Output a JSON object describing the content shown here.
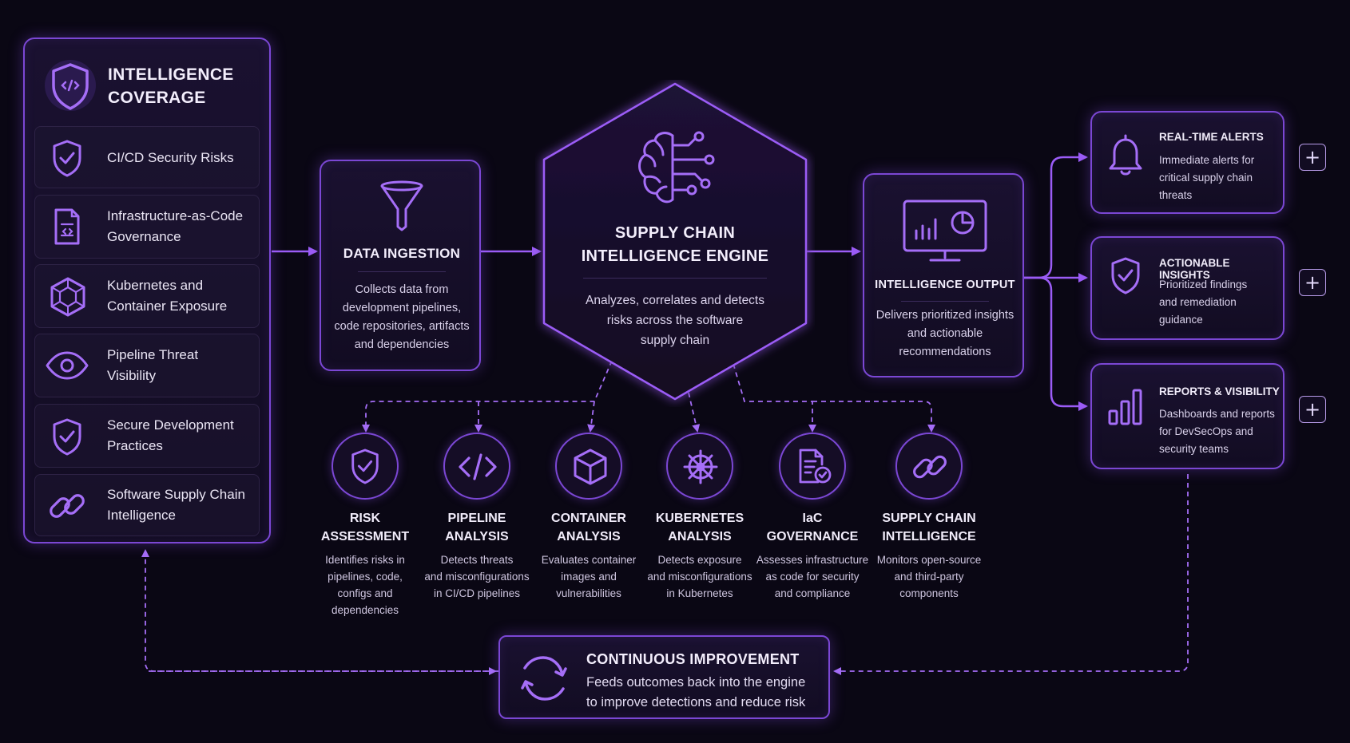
{
  "coverage": {
    "title_line1": "INTELLIGENCE",
    "title_line2": "COVERAGE",
    "items": [
      {
        "line1": "CI/CD Security Risks",
        "line2": "",
        "icon": "shield-check-icon"
      },
      {
        "line1": "Infrastructure-as-Code",
        "line2": "Governance",
        "icon": "code-document-icon"
      },
      {
        "line1": "Kubernetes and",
        "line2": "Container Exposure",
        "icon": "cube-network-icon"
      },
      {
        "line1": "Pipeline Threat",
        "line2": "Visibility",
        "icon": "eye-icon"
      },
      {
        "line1": "Secure Development",
        "line2": "Practices",
        "icon": "shield-check-icon"
      },
      {
        "line1": "Software Supply Chain",
        "line2": "Intelligence",
        "icon": "chain-link-icon"
      }
    ]
  },
  "ingestion": {
    "title": "DATA INGESTION",
    "desc": [
      "Collects data from",
      "development pipelines,",
      "code repositories, artifacts",
      "and dependencies"
    ],
    "icon": "funnel-icon"
  },
  "engine": {
    "title_line1": "SUPPLY CHAIN",
    "title_line2": "INTELLIGENCE ENGINE",
    "desc": [
      "Analyzes, correlates and detects",
      "risks across the software",
      "supply chain"
    ],
    "icon": "brain-circuit-icon"
  },
  "output": {
    "title": "INTELLIGENCE OUTPUT",
    "desc": [
      "Delivers prioritized insights",
      "and actionable",
      "recommendations"
    ],
    "icon": "monitor-analytics-icon"
  },
  "analyses": [
    {
      "title": [
        "RISK",
        "ASSESSMENT"
      ],
      "desc": [
        "Identifies risks in",
        "pipelines, code,",
        "configs and",
        "dependencies"
      ],
      "icon": "shield-check-icon"
    },
    {
      "title": [
        "PIPELINE",
        "ANALYSIS"
      ],
      "desc": [
        "Detects threats",
        "and misconfigurations",
        "in CI/CD pipelines"
      ],
      "icon": "code-brackets-icon"
    },
    {
      "title": [
        "CONTAINER",
        "ANALYSIS"
      ],
      "desc": [
        "Evaluates container",
        "images and",
        "vulnerabilities"
      ],
      "icon": "cube-icon"
    },
    {
      "title": [
        "KUBERNETES",
        "ANALYSIS"
      ],
      "desc": [
        "Detects exposure",
        "and misconfigurations",
        "in Kubernetes"
      ],
      "icon": "helm-wheel-icon"
    },
    {
      "title": [
        "IaC",
        "GOVERNANCE"
      ],
      "desc": [
        "Assesses infrastructure",
        "as code for security",
        "and compliance"
      ],
      "icon": "document-check-icon"
    },
    {
      "title": [
        "SUPPLY CHAIN",
        "INTELLIGENCE"
      ],
      "desc": [
        "Monitors open-source",
        "and third-party",
        "components"
      ],
      "icon": "chain-link-icon"
    }
  ],
  "outputs": [
    {
      "title": "REAL-TIME ALERTS",
      "desc": [
        "Immediate alerts for",
        "critical supply chain",
        "threats"
      ],
      "icon": "bell-icon",
      "action": "+"
    },
    {
      "title": "ACTIONABLE INSIGHTS",
      "desc": [
        "Prioritized findings",
        "and remediation",
        "guidance"
      ],
      "icon": "shield-check-icon",
      "action": "+"
    },
    {
      "title": "REPORTS & VISIBILITY",
      "desc": [
        "Dashboards and reports",
        "for DevSecOps and",
        "security teams"
      ],
      "icon": "bar-chart-icon",
      "action": "+"
    }
  ],
  "improvement": {
    "title": "CONTINUOUS IMPROVEMENT",
    "desc": [
      "Feeds outcomes back into the engine",
      "to improve detections and reduce risk"
    ],
    "icon": "refresh-cycle-icon"
  },
  "colors": {
    "background": "#0a0714",
    "accent": "#9b5cf6",
    "border": "#7b47d4",
    "text": "#e9e3f7"
  }
}
